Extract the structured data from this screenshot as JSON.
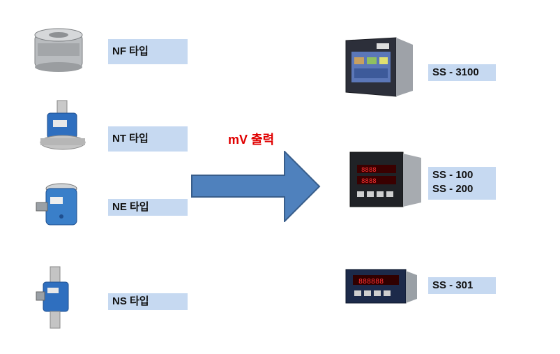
{
  "sensors": [
    {
      "label": "NF 타입",
      "icon": "flange-torque-sensor-icon"
    },
    {
      "label": "NT 타입",
      "icon": "shaft-torque-sensor-icon"
    },
    {
      "label": "NE 타입",
      "icon": "cylinder-sensor-icon"
    },
    {
      "label": "NS 타입",
      "icon": "inline-shaft-sensor-icon"
    }
  ],
  "arrow": {
    "label": "mV 출력",
    "color": "#4f81bd",
    "text_color": "#e00000"
  },
  "indicators": [
    {
      "lines": [
        "SS - 3100"
      ],
      "icon": "touchscreen-indicator-icon"
    },
    {
      "lines": [
        "SS - 100",
        "SS - 200"
      ],
      "icon": "digital-indicator-icon"
    },
    {
      "lines": [
        "SS - 301"
      ],
      "icon": "panel-indicator-icon"
    }
  ],
  "colors": {
    "label_bg": "#c6d9f1"
  }
}
